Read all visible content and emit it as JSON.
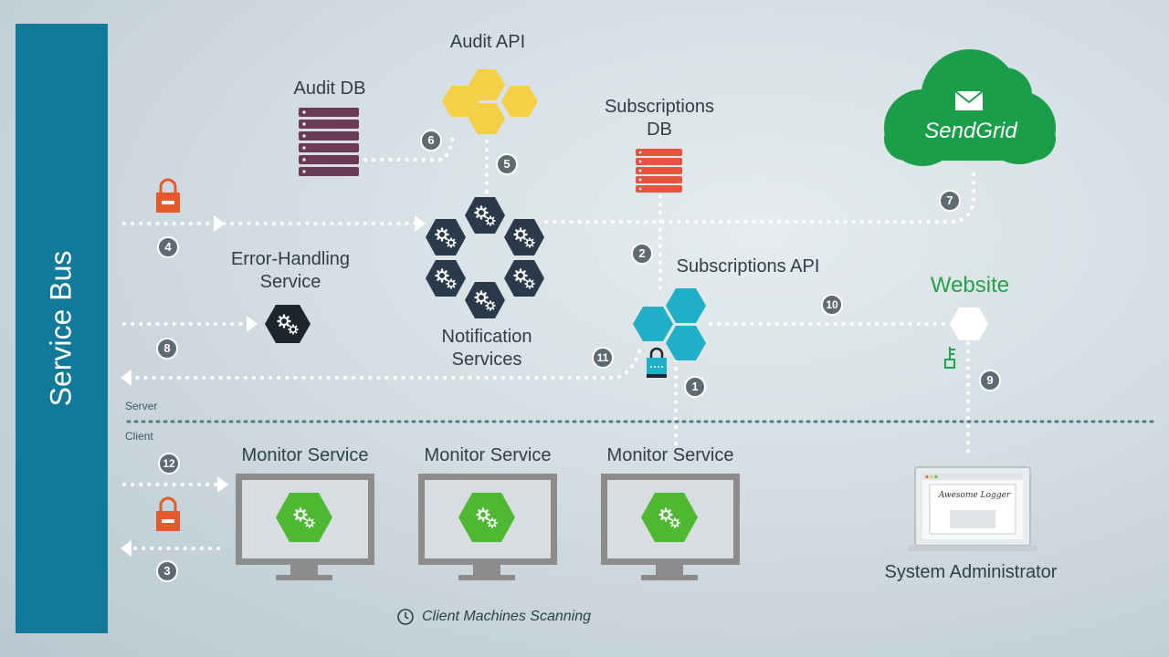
{
  "service_bus": {
    "label": "Service Bus",
    "color": "#117a9a"
  },
  "zones": {
    "server": "Server",
    "client": "Client"
  },
  "components": {
    "audit_api": "Audit API",
    "audit_db": "Audit DB",
    "subscriptions_db": "Subscriptions DB",
    "sendgrid": "SendGrid",
    "error_handling": "Error-Handling Service",
    "notification_services": "Notification Services",
    "subscriptions_api": "Subscriptions API",
    "website": "Website",
    "monitor_service": "Monitor Service",
    "system_administrator": "System Administrator",
    "laptop_screen_title": "Awesome Logger"
  },
  "steps": [
    "1",
    "2",
    "3",
    "4",
    "5",
    "6",
    "7",
    "8",
    "9",
    "10",
    "11",
    "12"
  ],
  "footnote": "Client Machines Scanning",
  "colors": {
    "audit_api": "#f5cf45",
    "audit_db": "#6a3b52",
    "subscriptions_db": "#e8533f",
    "sendgrid": "#1a9e4a",
    "notification": "#2b3a4a",
    "subscriptions_api": "#1fb0c8",
    "monitor": "#4fb832",
    "lock": "#e55a2b",
    "website_label": "#22a34a"
  },
  "icons": [
    "gears-icon",
    "lock-icon",
    "key-icon",
    "envelope-icon",
    "clock-icon",
    "monitor-icon",
    "laptop-icon",
    "server-rack-icon",
    "cloud-icon"
  ]
}
